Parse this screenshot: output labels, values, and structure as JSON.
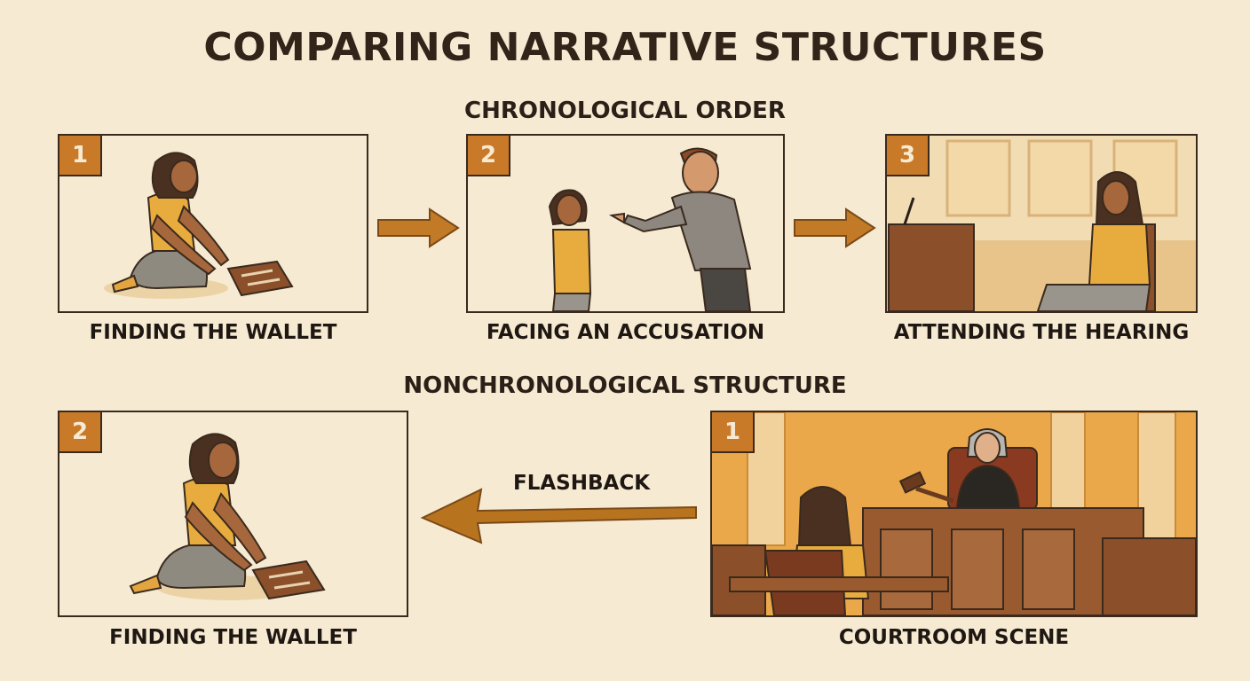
{
  "title": "COMPARING NARRATIVE STRUCTURES",
  "chronological": {
    "heading": "CHRONOLOGICAL ORDER",
    "panels": [
      {
        "number": "1",
        "caption": "FINDING THE WALLET"
      },
      {
        "number": "2",
        "caption": "FACING AN ACCUSATION"
      },
      {
        "number": "3",
        "caption": "ATTENDING THE HEARING"
      }
    ]
  },
  "nonchronological": {
    "heading": "NONCHRONOLOGICAL STRUCTURE",
    "panels": [
      {
        "number": "2",
        "caption": "FINDING THE WALLET"
      },
      {
        "number": "1",
        "caption": "COURTROOM SCENE"
      }
    ],
    "arrow_label": "FLASHBACK"
  },
  "colors": {
    "background": "#f6ead2",
    "accent": "#c87a28",
    "arrow": "#b8731f",
    "ink": "#2b2018"
  },
  "icons": [
    "arrow-right-icon",
    "arrow-left-icon"
  ]
}
